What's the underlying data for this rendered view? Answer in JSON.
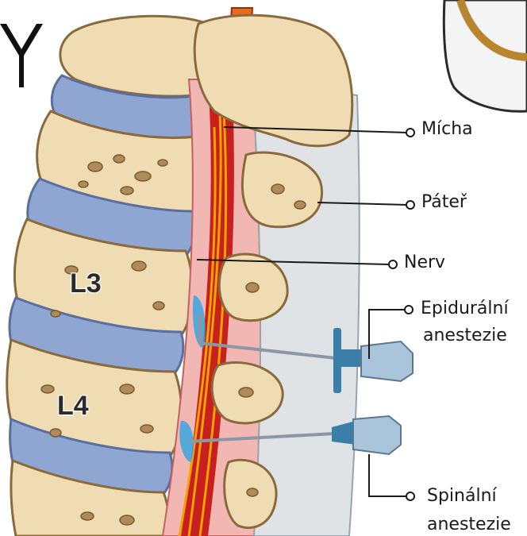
{
  "labels": {
    "spinal_cord": "Mícha",
    "spine": "Páteř",
    "nerve": "Nerv",
    "epidural_line1": "Epidurální",
    "epidural_line2": "anestezie",
    "spinal_line1": "Spinální",
    "spinal_line2": "anestezie"
  },
  "vertebrae": {
    "l3": "L3",
    "l4": "L4"
  },
  "colors": {
    "bone": "#f0dcb2",
    "bone_outline": "#8a6a3c",
    "disc": "#8fa6d2",
    "disc_dark": "#5a6f9e",
    "cord": "#c8201e",
    "nerve": "#f4a300",
    "dura": "#f2b7b3",
    "anesthetic": "#3aa6e0",
    "needle": "#8c97a6",
    "line": "#1a1a1a"
  }
}
